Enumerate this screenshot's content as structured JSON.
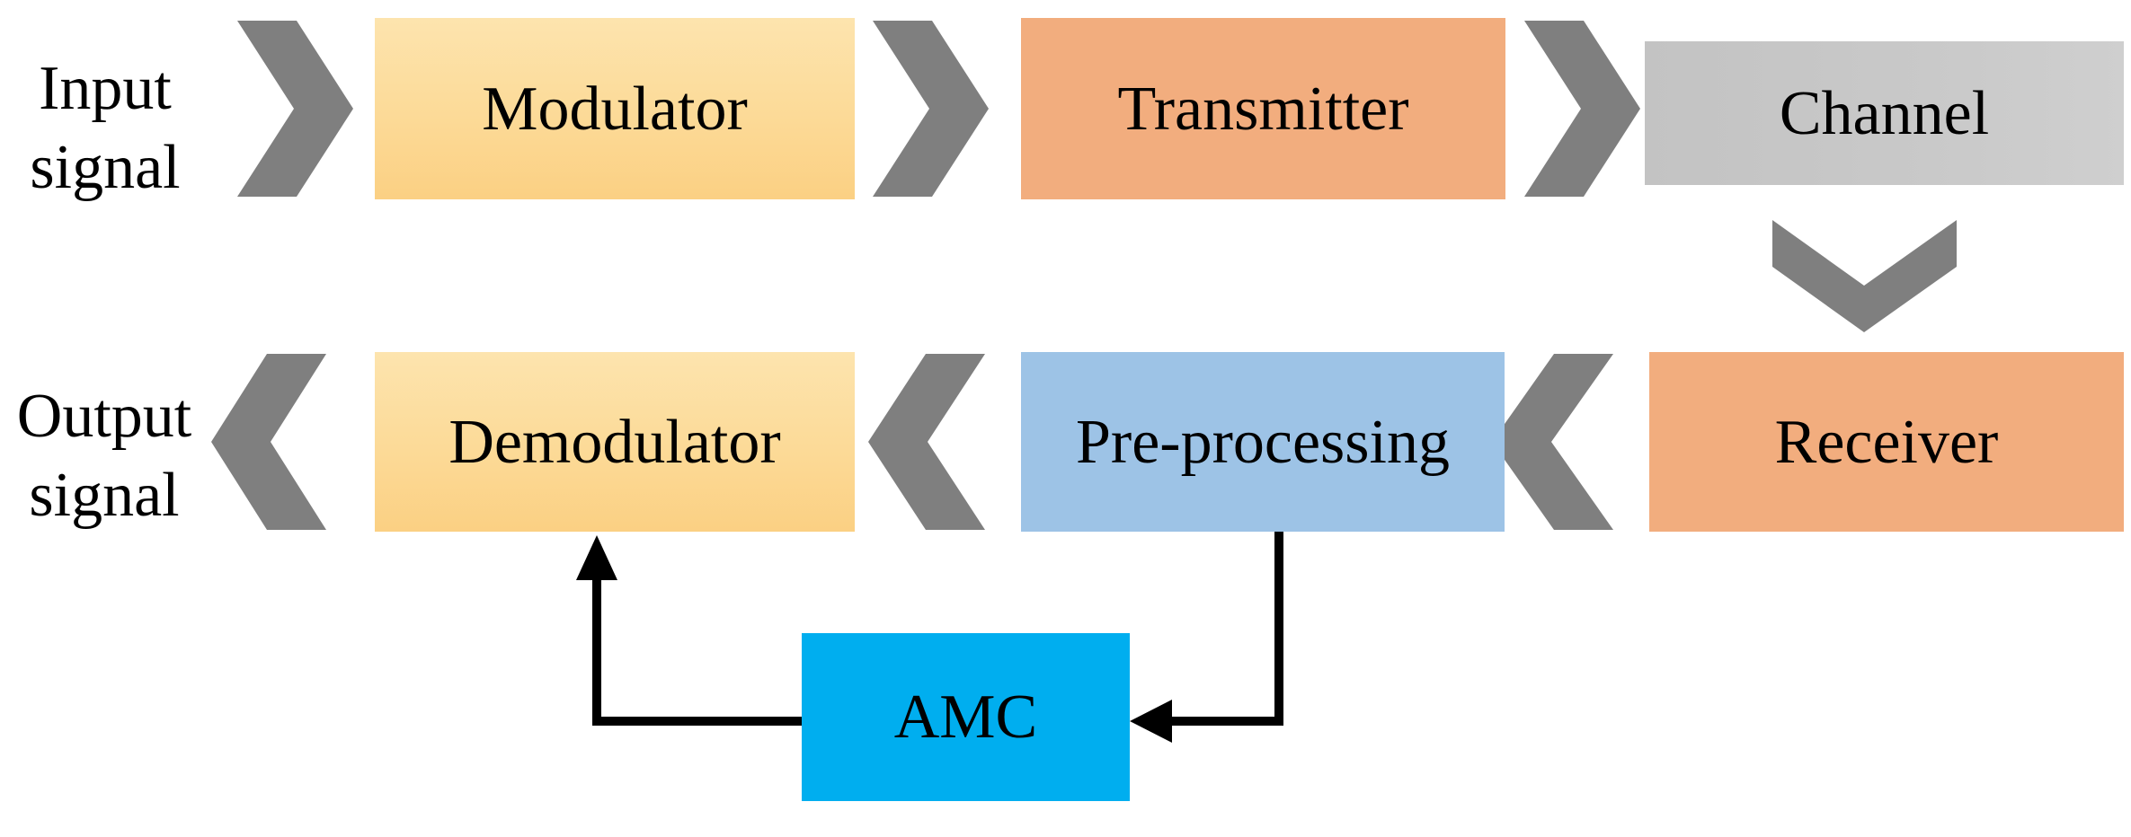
{
  "diagram": {
    "description": "Block diagram of a communication system with automatic modulation classification feedback",
    "nodes": {
      "input_signal": {
        "label": "Input signal",
        "kind": "text"
      },
      "modulator": {
        "label": "Modulator",
        "kind": "block",
        "fill": "#FCDA97"
      },
      "transmitter": {
        "label": "Transmitter",
        "kind": "block",
        "fill": "#F2AD7E"
      },
      "channel": {
        "label": "Channel",
        "kind": "block",
        "fill": "#C9C9C9"
      },
      "receiver": {
        "label": "Receiver",
        "kind": "block",
        "fill": "#F2AD7E"
      },
      "pre_processing": {
        "label": "Pre-processing",
        "kind": "block",
        "fill": "#9DC3E6"
      },
      "demodulator": {
        "label": "Demodulator",
        "kind": "block",
        "fill": "#FCDA97"
      },
      "output_signal": {
        "label": "Output signal",
        "kind": "text"
      },
      "amc": {
        "label": "AMC",
        "kind": "block",
        "fill": "#00AEEF"
      }
    },
    "edges": [
      {
        "from": "input_signal",
        "to": "modulator",
        "style": "chevron-right"
      },
      {
        "from": "modulator",
        "to": "transmitter",
        "style": "chevron-right"
      },
      {
        "from": "transmitter",
        "to": "channel",
        "style": "chevron-right"
      },
      {
        "from": "channel",
        "to": "receiver",
        "style": "chevron-down"
      },
      {
        "from": "receiver",
        "to": "pre_processing",
        "style": "chevron-left"
      },
      {
        "from": "pre_processing",
        "to": "demodulator",
        "style": "chevron-left"
      },
      {
        "from": "demodulator",
        "to": "output_signal",
        "style": "chevron-left"
      },
      {
        "from": "pre_processing",
        "to": "amc",
        "style": "elbow-arrow"
      },
      {
        "from": "amc",
        "to": "demodulator",
        "style": "elbow-arrow"
      }
    ]
  },
  "colors": {
    "background": "#FFFFFF",
    "chevron": "#7F7F7F",
    "arrow": "#000000",
    "text": "#000000",
    "gold_top": "#FDE4AE",
    "gold_bottom": "#FBD083",
    "orange": "#F2AD7E",
    "channel_gray": "#C9C9C9",
    "light_blue": "#9DC3E6",
    "cyan": "#00AEEF"
  }
}
